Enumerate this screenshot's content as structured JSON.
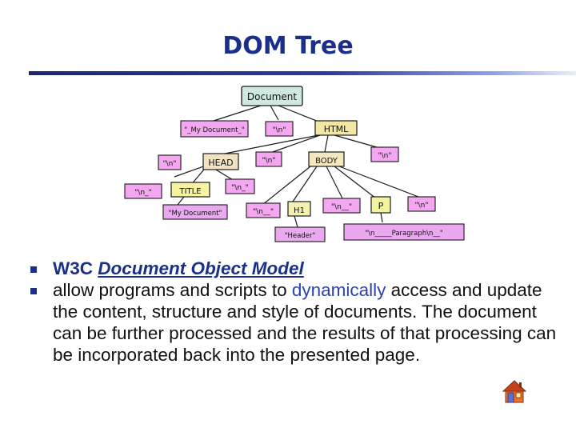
{
  "slide": {
    "title": "DOM Tree"
  },
  "diagram": {
    "nodes": {
      "document": "Document",
      "my_document_1": "\"_My Document_\"",
      "newline_1": "\"\\n\"",
      "html": "HTML",
      "head": "HEAD",
      "newline_2": "\"\\n\"",
      "body": "BODY",
      "newline_3": "\"\\n\"",
      "newline_4": "\"\\n\"",
      "title": "TITLE",
      "newline_5": "\"\\n_\"",
      "newline_6": "\"\\n_\"",
      "my_document_2": "\"My Document\"",
      "newline_7": "\"\\n__\"",
      "h1": "H1",
      "newline_8": "\"\\n__\"",
      "p": "P",
      "newline_9": "\"\\n\"",
      "header": "\"Header\"",
      "paragraph": "\"\\n_____Paragraph\\n__\""
    },
    "colors": {
      "node_fill": "#f4a6f0",
      "node_stroke": "#1a1a1a",
      "leaf_fill": "#eaa8f1",
      "document_fill": "#cfe9df",
      "html_fill": "#f2e8a4",
      "head_fill": "#f3e2c2",
      "body_fill": "#f3e8bf",
      "title_fill": "#f4f3a0",
      "p_fill": "#f4f3a0",
      "h1_fill": "#f4f1b2"
    }
  },
  "bullets": [
    {
      "prefix": "W3C ",
      "italic": "Document Object Model"
    },
    {
      "before": "allow programs and scripts to ",
      "highlight": "dynamically",
      "after": " access and update the content, structure and style of documents. The document can be further processed and the results of that processing can be incorporated back into the presented page."
    }
  ],
  "icons": {
    "home": "home-icon",
    "bullet": "square-bullet-icon"
  }
}
